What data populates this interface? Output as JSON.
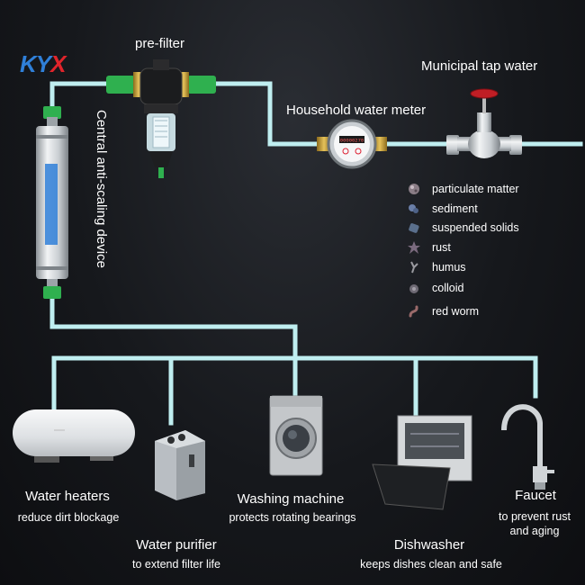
{
  "brand": {
    "logo_left": "KY",
    "logo_right": "X"
  },
  "top": {
    "prefilter": "pre-filter",
    "municipal": "Municipal tap water",
    "meter": "Household water meter",
    "meter_reading": "00000270",
    "device": "Central anti-scaling device"
  },
  "impurities": [
    {
      "label": "particulate matter",
      "icon": "particle-icon",
      "color": "#8a7d86"
    },
    {
      "label": "sediment",
      "icon": "sediment-icon",
      "color": "#6a7fa8"
    },
    {
      "label": "suspended solids",
      "icon": "solids-icon",
      "color": "#5a6f8c"
    },
    {
      "label": "rust",
      "icon": "rust-icon",
      "color": "#7a6a7e"
    },
    {
      "label": "humus",
      "icon": "humus-icon",
      "color": "#9a9aa0"
    },
    {
      "label": "colloid",
      "icon": "colloid-icon",
      "color": "#6e6a74"
    },
    {
      "label": "red worm",
      "icon": "worm-icon",
      "color": "#9a6a6a"
    }
  ],
  "appliances": [
    {
      "name": "Water heaters",
      "desc": "reduce dirt blockage"
    },
    {
      "name": "Water purifier",
      "desc": "to extend filter life"
    },
    {
      "name": "Washing machine",
      "desc": "protects rotating bearings"
    },
    {
      "name": "Dishwasher",
      "desc": "keeps dishes clean and safe"
    },
    {
      "name": "Faucet",
      "desc": "to prevent rust",
      "desc2": "and aging"
    }
  ],
  "colors": {
    "pipe": "#bfeef0",
    "fitting": "#2fb04f",
    "brand_blue": "#2f7fd8",
    "brand_red": "#e0242b"
  }
}
